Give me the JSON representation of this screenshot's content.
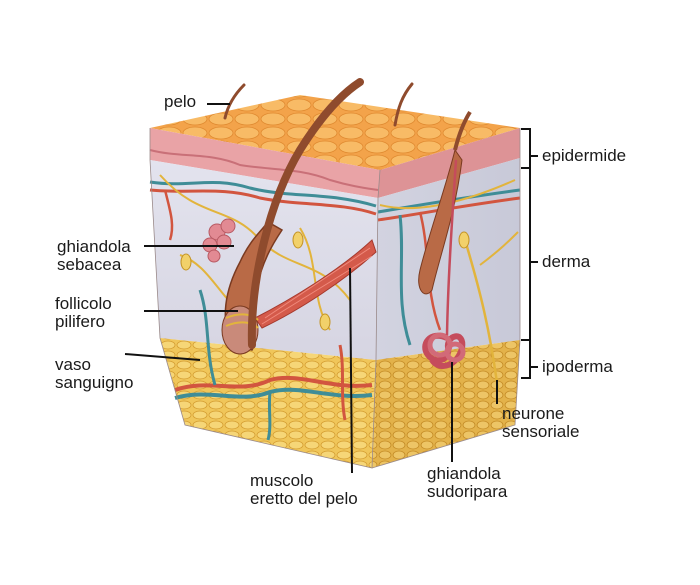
{
  "labels": {
    "pelo": "pelo",
    "ghiandola_sebacea": [
      "ghiandola",
      "sebacea"
    ],
    "follicolo_pilifero": [
      "follicolo",
      "pilifero"
    ],
    "vaso_sanguigno": [
      "vaso",
      "sanguigno"
    ],
    "muscolo_erettore": [
      "muscolo",
      "eretto del pelo"
    ],
    "ghiandola_sudoripara": [
      "ghiandola",
      "sudoripara"
    ],
    "neurone_sensoriale": [
      "neurone",
      "sensoriale"
    ]
  },
  "layers": {
    "epidermide": "epidermide",
    "derma": "derma",
    "ipoderma": "ipoderma"
  },
  "colors": {
    "surface": "#f3a34a",
    "epidermis": "#e9a3a6",
    "dermis": "#dcdde8",
    "hypodermis": "#f0c65a",
    "hair": "#8f4b2d",
    "nerve": "#e2b43c",
    "vessel_red": "#d2553f",
    "vessel_blue": "#3f8d97",
    "gland": "#d26a78",
    "muscle": "#d45a4a"
  }
}
